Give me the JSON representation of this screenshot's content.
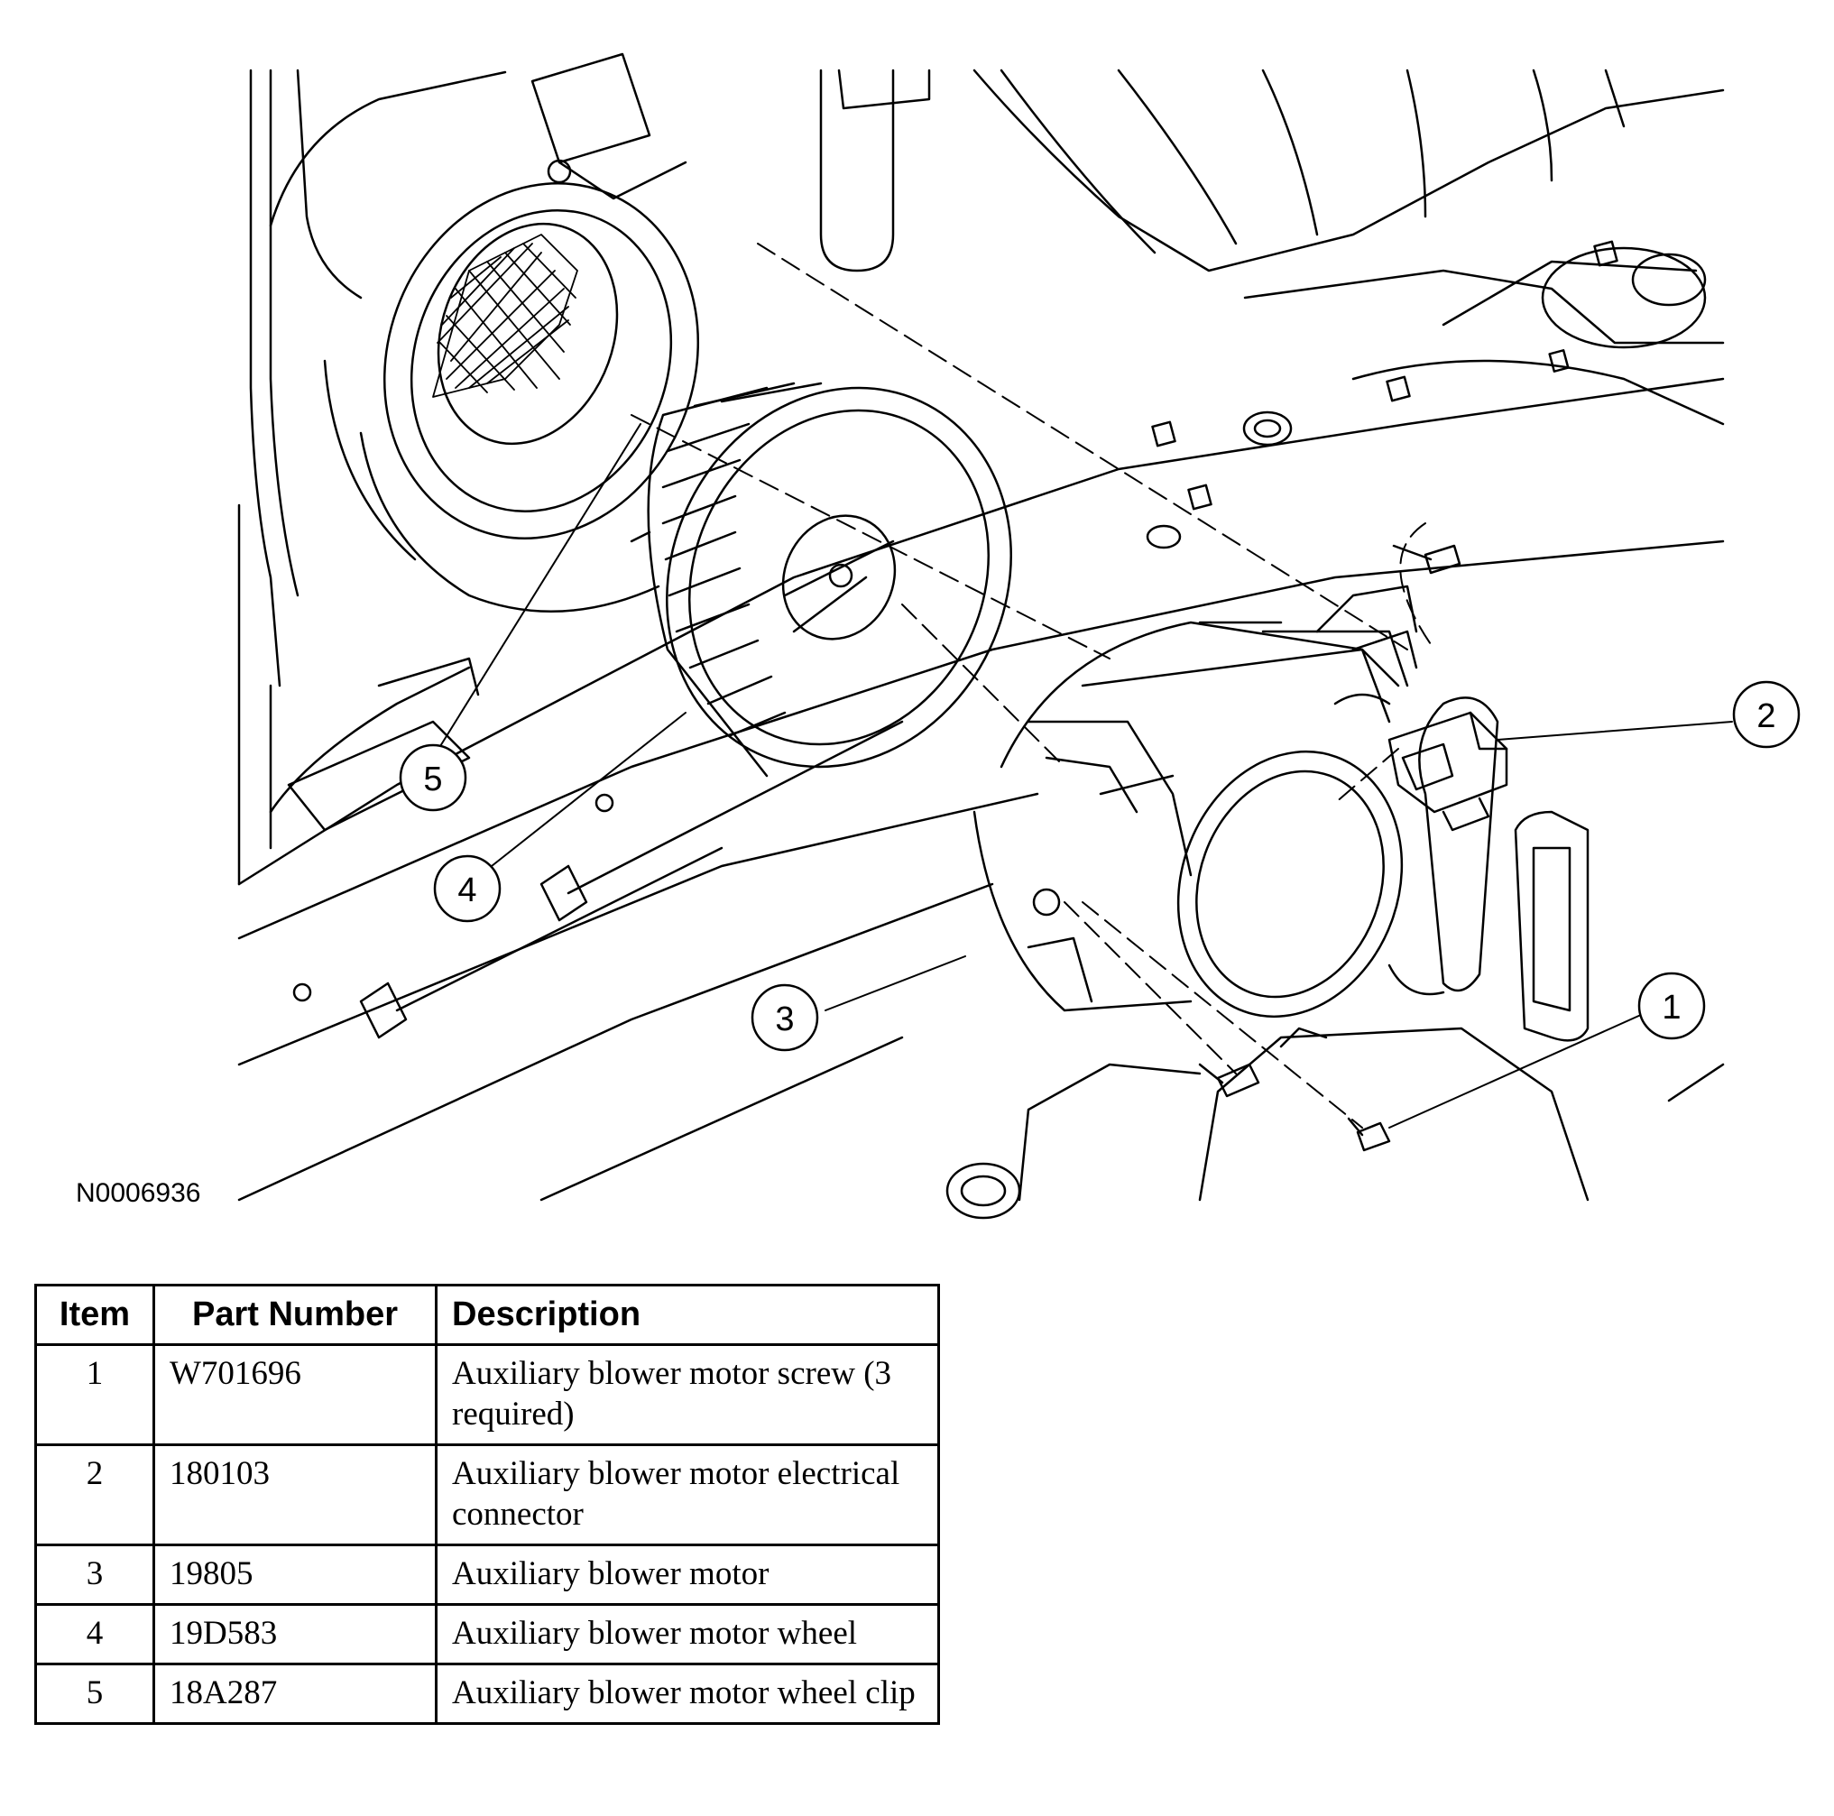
{
  "figure_id": "N0006936",
  "callouts": [
    "1",
    "2",
    "3",
    "4",
    "5"
  ],
  "table": {
    "headers": [
      "Item",
      "Part Number",
      "Description"
    ],
    "rows": [
      {
        "item": "1",
        "part_number": "W701696",
        "description": "Auxiliary blower motor screw (3 required)"
      },
      {
        "item": "2",
        "part_number": "180103",
        "description": "Auxiliary blower motor electrical connector"
      },
      {
        "item": "3",
        "part_number": "19805",
        "description": "Auxiliary blower motor"
      },
      {
        "item": "4",
        "part_number": "19D583",
        "description": "Auxiliary blower motor wheel"
      },
      {
        "item": "5",
        "part_number": "18A287",
        "description": "Auxiliary blower motor wheel clip"
      }
    ]
  }
}
